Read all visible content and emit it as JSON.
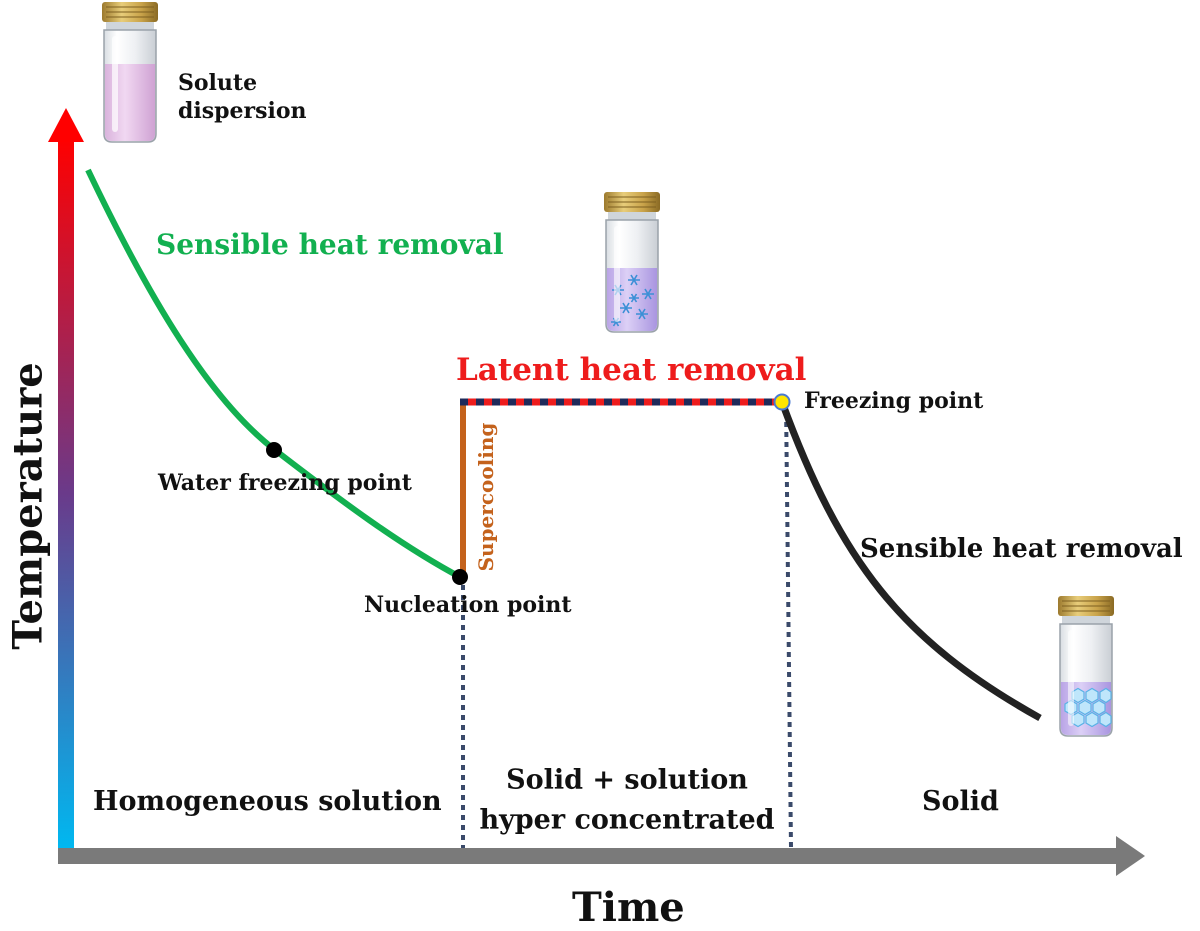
{
  "axes": {
    "y_label": "Temperature",
    "x_label": "Time"
  },
  "labels": {
    "solute_dispersion_line1": "Solute",
    "solute_dispersion_line2": "dispersion",
    "sensible_heat_1": "Sensible heat removal",
    "latent_heat": "Latent heat removal",
    "freezing_point": "Freezing point",
    "water_freezing_point": "Water freezing point",
    "supercooling": "Supercooling",
    "nucleation_point": "Nucleation point",
    "sensible_heat_2": "Sensible heat removal"
  },
  "regions": {
    "homogeneous": "Homogeneous solution",
    "mixed_line1": "Solid + solution",
    "mixed_line2": "hyper concentrated",
    "solid": "Solid"
  },
  "colors": {
    "sensible_heat_1": "#12b050",
    "latent_heat": "#ee1c1c",
    "latent_dash": "#1f2a5a",
    "supercooling": "#c4621c",
    "sensible_heat_2": "#222222",
    "axis": "#7a7a7a",
    "divider": "#3a4a6a",
    "temp_gradient_top": "#ff0000",
    "temp_gradient_bottom": "#00b8f0",
    "freezing_marker": "#ffe600"
  },
  "icons": {
    "vial_liquid": "vial-liquid-icon",
    "vial_ice_crystals": "vial-snowflake-icon",
    "vial_solid": "vial-hexagon-icon"
  }
}
